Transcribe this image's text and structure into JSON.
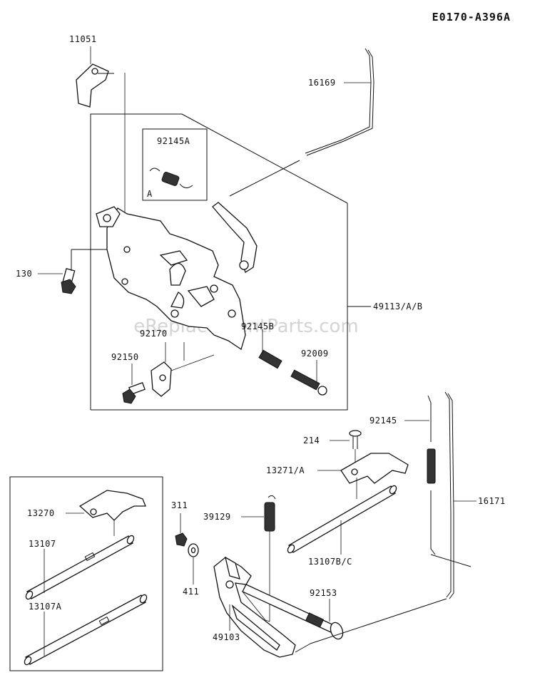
{
  "diagram_code": "E0170-A396A",
  "watermark": "eReplacementParts.com",
  "inset_a_letter": "A",
  "labels": {
    "p11051": "11051",
    "p16169": "16169",
    "p92145A": "92145A",
    "p130": "130",
    "p49113": "49113/A/B",
    "p92170": "92170",
    "p92145B": "92145B",
    "p92150": "92150",
    "p92009": "92009",
    "p92145": "92145",
    "p214": "214",
    "p13271": "13271/A",
    "p16171": "16171",
    "p311": "311",
    "p13270": "13270",
    "p39129": "39129",
    "p13107": "13107",
    "p411": "411",
    "p13107BC": "13107B/C",
    "p13107A": "13107A",
    "p92153": "92153",
    "p49103": "49103"
  }
}
